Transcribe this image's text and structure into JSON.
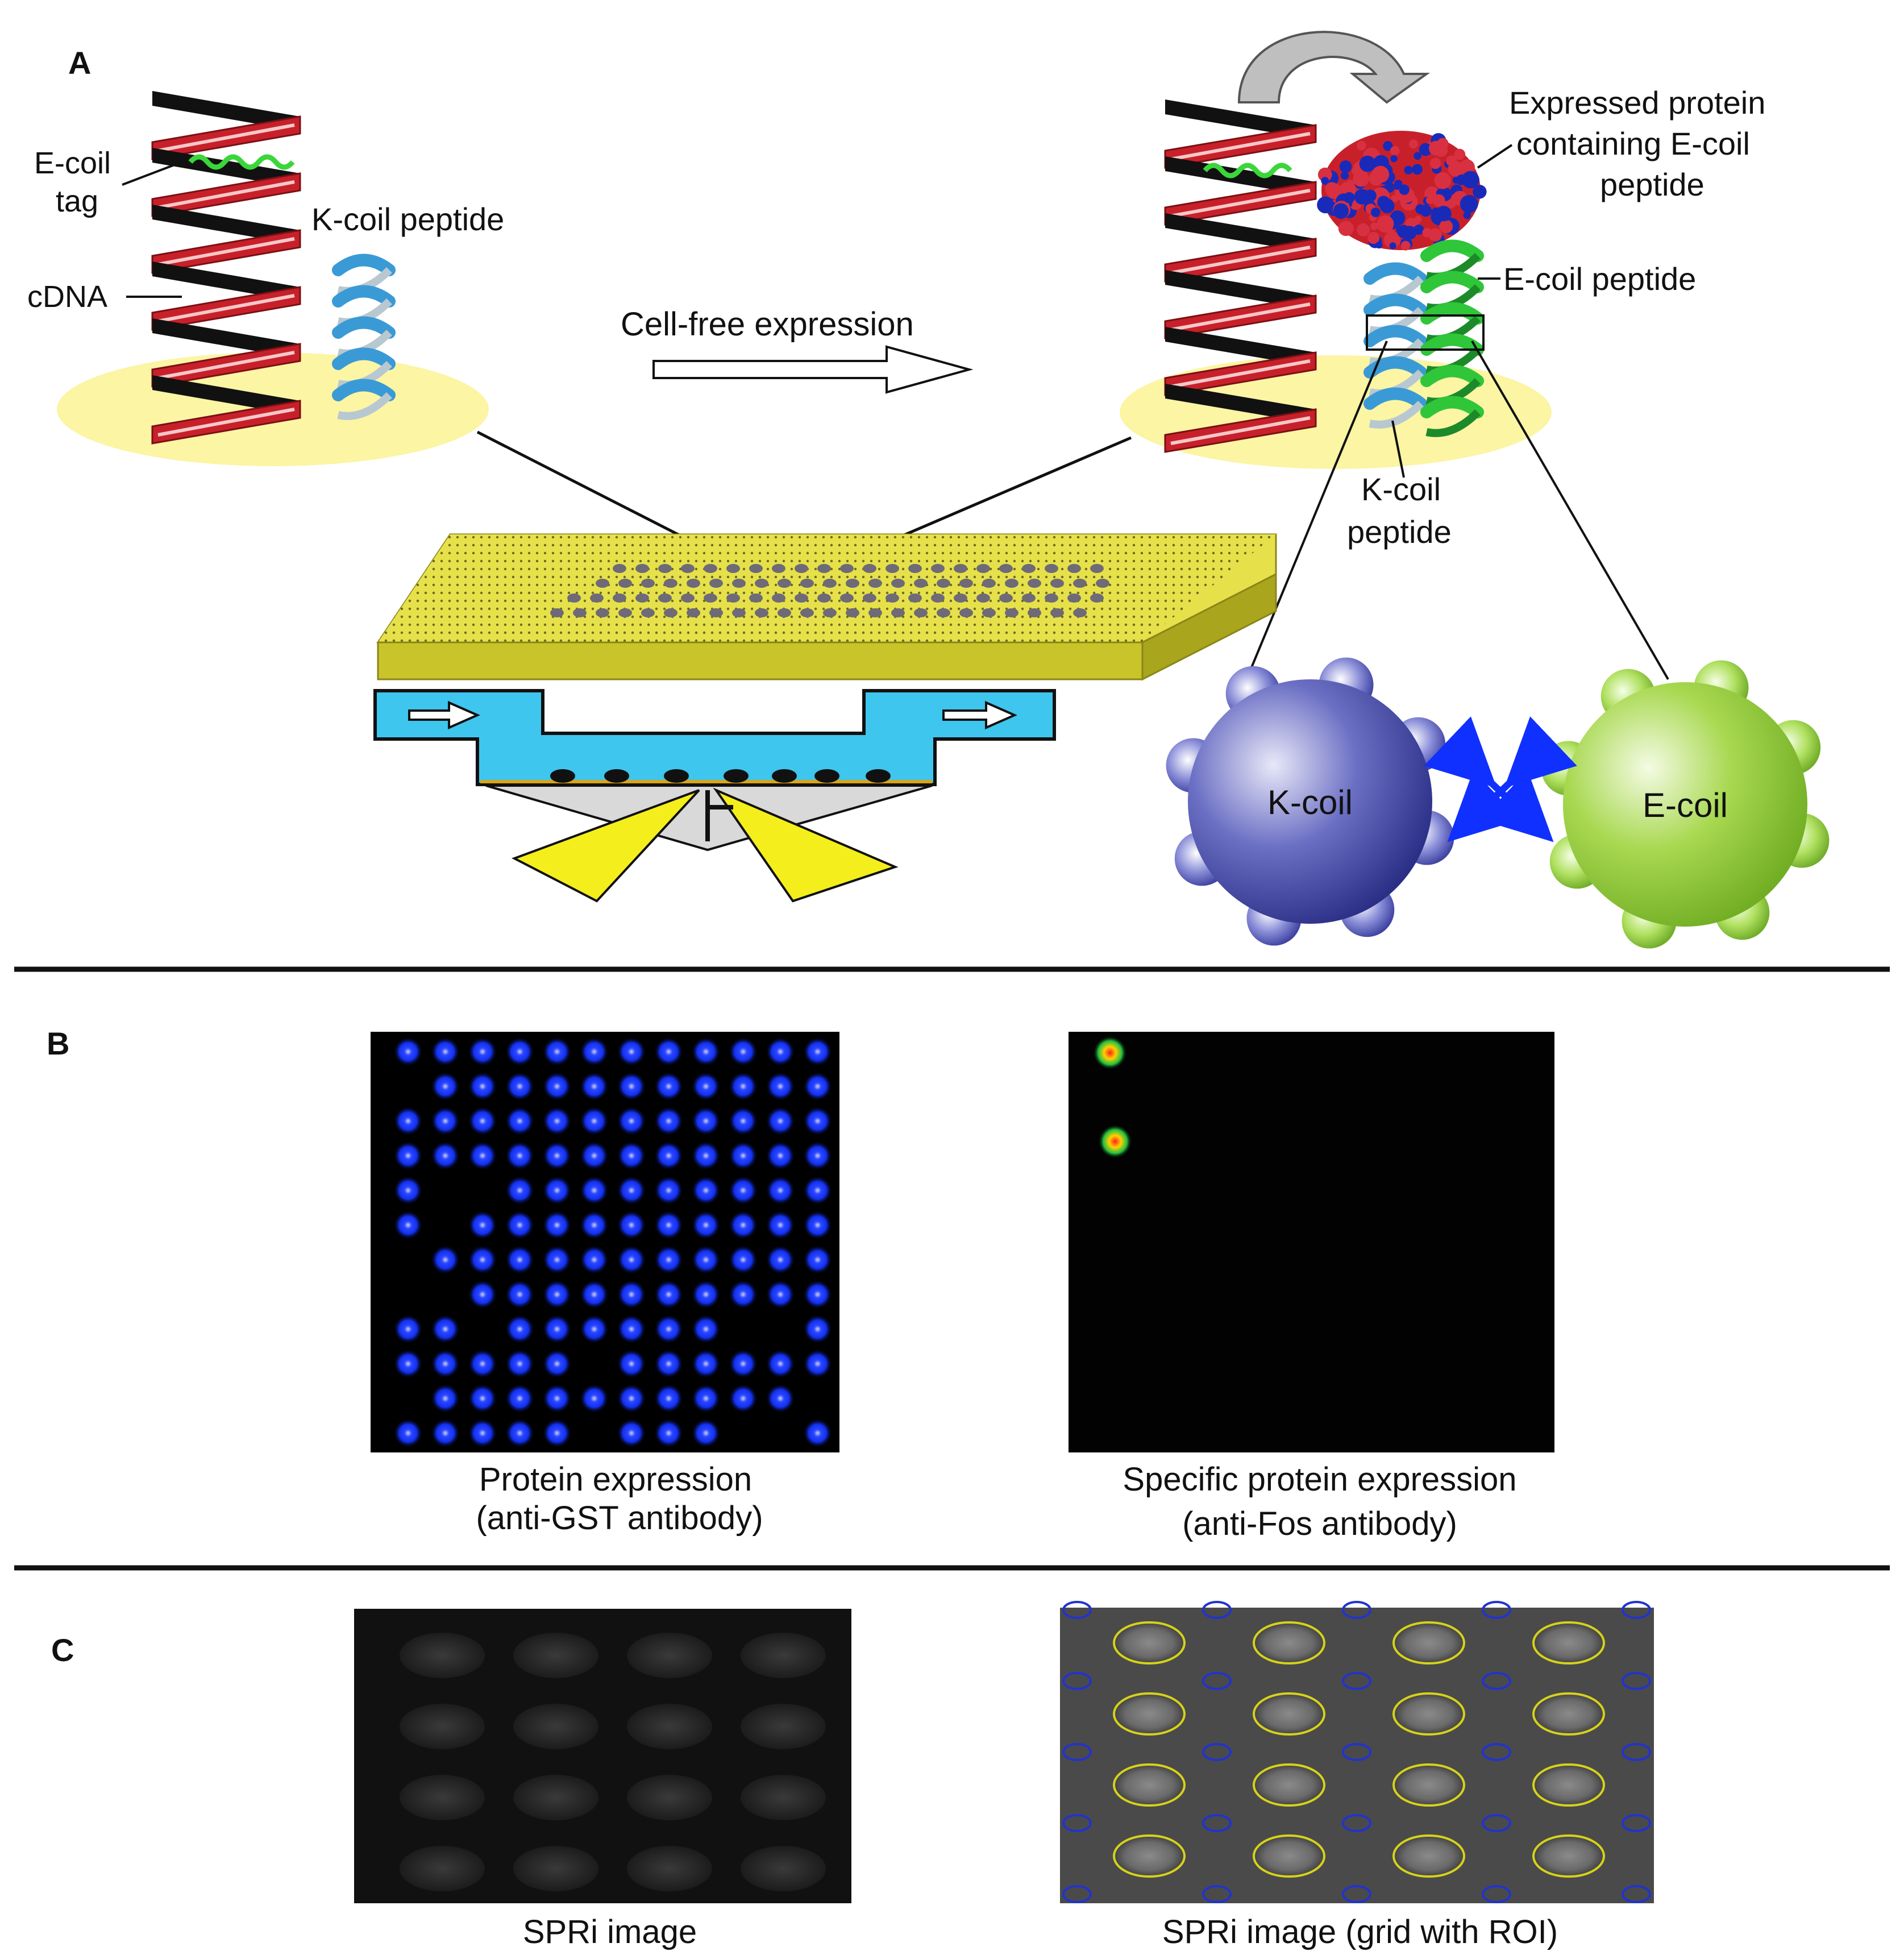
{
  "panels": {
    "a": {
      "letter": "A",
      "labels": {
        "e_coil_tag_line1": "E-coil",
        "e_coil_tag_line2": "tag",
        "cdna": "cDNA",
        "k_coil_peptide": "K-coil peptide",
        "cell_free_expression": "Cell-free expression",
        "expressed_protein_line1": "Expressed protein",
        "expressed_protein_line2": "containing E-coil",
        "expressed_protein_line3": "peptide",
        "e_coil_peptide": "E-coil peptide",
        "k_coil_peptide_bottom_line1": "K-coil",
        "k_coil_peptide_bottom_line2": "peptide",
        "k_coil_sphere": "K-coil",
        "e_coil_sphere": "E-coil"
      }
    },
    "b": {
      "letter": "B",
      "left_caption_line1": "Protein expression",
      "left_caption_line2": "(anti-GST antibody)",
      "right_caption_line1": "Specific protein expression",
      "right_caption_line2": "(anti-Fos antibody)"
    },
    "c": {
      "letter": "C",
      "left_caption": "SPRi image",
      "right_caption": "SPRi image (grid with ROI)"
    }
  },
  "colors": {
    "dna_red": "#c8202a",
    "dna_black": "#111111",
    "k_coil_blue": "#3a9ad6",
    "e_coil_green": "#2fc63a",
    "yellow_disc": "#fbf5a4",
    "chip_yellow": "#e6e14a",
    "flow_cell_cyan": "#3ec6ee",
    "k_sphere_blue": "#2a2e92",
    "e_sphere_green": "#8fcf2e",
    "fluorescent_spot_blue": "#1f3cff",
    "roi_yellow": "#d6d21a",
    "roi_blue": "#2233cc"
  }
}
